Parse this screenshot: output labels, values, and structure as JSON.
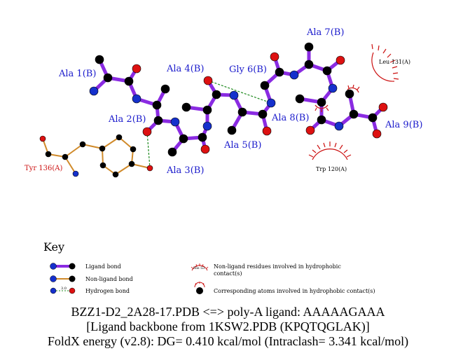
{
  "colors": {
    "ligand_bond": "#8a2be2",
    "nonligand_bond": "#d08a2a",
    "hbond": "#1f8a1f",
    "carbon": "#000000",
    "nitrogen": "#1530cc",
    "oxygen": "#dd1111",
    "residue_label": "#1a1acc",
    "nonligand_label": "#cc1111",
    "hydrophobic_arc": "#cc1111"
  },
  "residues": {
    "ala1": "Ala 1(B)",
    "ala2": "Ala 2(B)",
    "ala3": "Ala 3(B)",
    "ala4": "Ala 4(B)",
    "ala5": "Ala 5(B)",
    "gly6": "Gly 6(B)",
    "ala7": "Ala 7(B)",
    "ala8": "Ala 8(B)",
    "ala9": "Ala 9(B)",
    "tyr136": "Tyr 136(A)",
    "leu131": "Leu 131(A)",
    "trp120": "Trp 120(A)"
  },
  "key": {
    "title": "Key",
    "ligand_bond": "Ligand bond",
    "nonligand_bond": "Non-ligand bond",
    "hydrogen_bond": "Hydrogen bond",
    "hbond_distance": "3.0",
    "hydrophobic_residues_line1": "Non-ligand residues involved in hydrophobic",
    "hydrophobic_residues_line2": "contact(s)",
    "hydrophobic_atoms": "Corresponding atoms involved in hydrophobic contact(s)",
    "example_residue": "His 53"
  },
  "caption": {
    "line1": "BZZ1-D2_2A28-17.PDB <=> poly-A ligand: AAAAAGAAA",
    "line2": "[Ligand backbone from 1KSW2.PDB (KPQTQGLAK)]",
    "line3": "FoldX energy (v2.8): DG= 0.410 kcal/mol (Intraclash= 3.341 kcal/mol)"
  }
}
